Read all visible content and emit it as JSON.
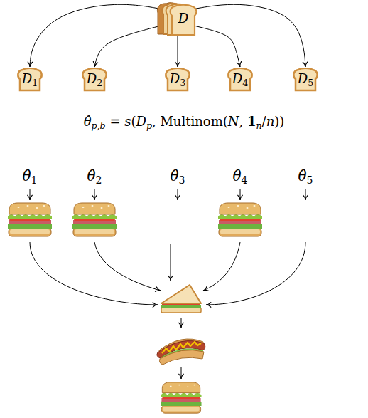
{
  "diagram": {
    "nodes": [
      {
        "text": [
          "D"
        ]
      },
      {
        "text": [
          "D1"
        ]
      },
      {
        "text": [
          "D2"
        ]
      },
      {
        "text": [
          "D3"
        ]
      },
      {
        "text": [
          "D4"
        ]
      },
      {
        "text": [
          "D5"
        ]
      }
    ],
    "edges": [
      {
        "from": 0,
        "to": 1,
        "arrow": "to"
      },
      {
        "from": 0,
        "to": 2,
        "arrow": "to"
      },
      {
        "from": 0,
        "to": 3,
        "arrow": "to"
      },
      {
        "from": 0,
        "to": 4,
        "arrow": "to"
      },
      {
        "from": 0,
        "to": 5,
        "arrow": "to"
      }
    ],
    "labels": [
      "θ̂p,b = s(Dp, Multinom(N, 1n/n))",
      "θ̂1",
      "θ̂2",
      "θ̂3",
      "θ̂4",
      "θ̂5"
    ]
  }
}
